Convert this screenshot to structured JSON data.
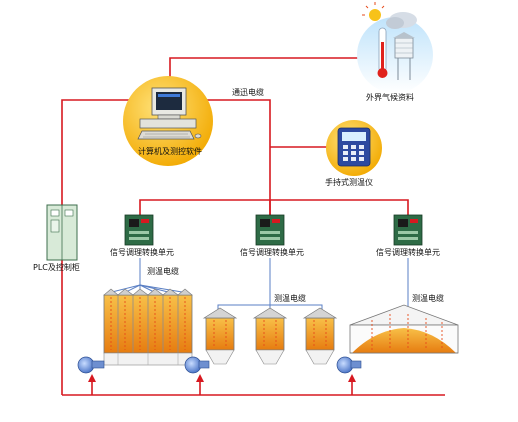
{
  "labels": {
    "weather": "外界气候资料",
    "comm_cable": "通迅电缆",
    "computer": "计算机及测控软件",
    "handheld": "手持式测温仪",
    "plc": "PLC及控制柜",
    "unit1": "信号调理转换单元",
    "unit2": "信号调理转换单元",
    "unit3": "信号调理转换单元",
    "temp_cable1": "测温电缆",
    "temp_cable2": "测温电缆",
    "temp_cable3": "测温电缆"
  },
  "colors": {
    "cable_red": "#d71920",
    "computer_circle": "#f6b800",
    "grain": "#f19a1c",
    "unit_green": "#2e6b46",
    "plc_green": "#d8ead8"
  },
  "icons": {
    "weather": "weather-station-icon",
    "computer": "computer-icon",
    "handheld": "thermometer-device-icon",
    "plc": "control-cabinet-icon",
    "unit": "signal-unit-icon",
    "fan": "fan-icon",
    "silo": "silo-icon"
  }
}
